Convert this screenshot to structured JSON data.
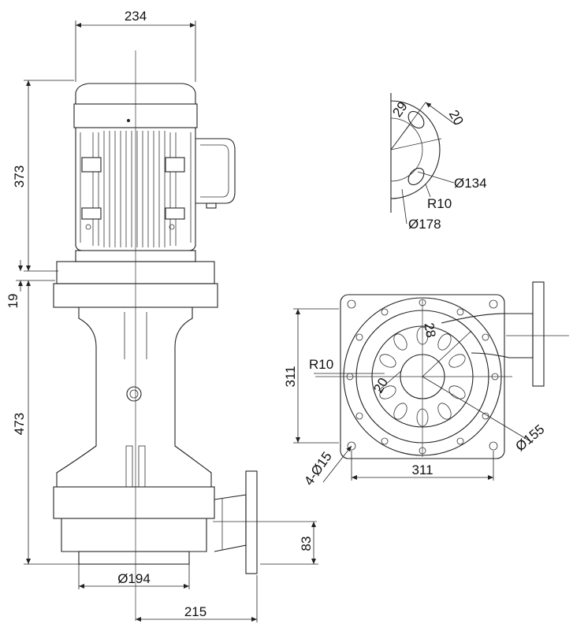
{
  "drawing": {
    "dimensions": {
      "motor_width": "234",
      "motor_height": "373",
      "flange_thickness": "19",
      "pump_height": "473",
      "base_diameter": "Ø194",
      "outlet_offset": "215",
      "outlet_height": "83",
      "plate_height": "311",
      "plate_width": "311",
      "hole_radius": "R10",
      "slot_width": "20",
      "slot_pitch": "28",
      "bolt_circle": "Ø155",
      "bolt_holes": "4-Ø15",
      "detail_slot": "20",
      "detail_spacing": "29",
      "detail_inner_circle": "Ø134",
      "detail_radius": "R10",
      "detail_outer_circle": "Ø178"
    }
  }
}
